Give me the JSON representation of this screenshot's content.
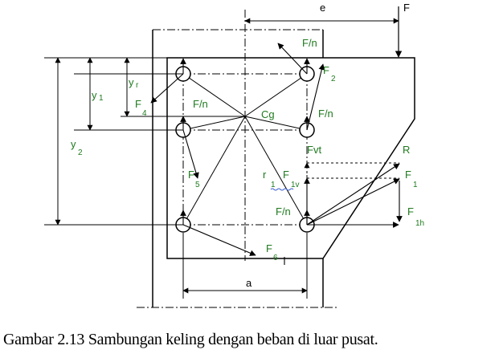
{
  "caption": "Gambar 2.13 Sambungan keling dengan beban di luar pusat.",
  "labels": {
    "e": "e",
    "F": "F",
    "Fn_top": "F/n",
    "F2": "F",
    "F2_sub": "2",
    "y1": "y",
    "y1_sub": "1",
    "yr": "y",
    "yr_sub": "r",
    "F4": "F",
    "F4_sub": "4",
    "Fn_left": "F/n",
    "Cg": "Cg",
    "Fn_right": "F/n",
    "y2": "y",
    "y2_sub": "2",
    "Fvt": "Fvt",
    "R": "R",
    "F5": "F",
    "F5_sub": "5",
    "r1": "r",
    "r1_sub": "1",
    "F1v": "F",
    "F1v_sub": "1v",
    "F1": "F",
    "F1_sub": "1",
    "Fn_bottom": "F/n",
    "F1h": "F",
    "F1h_sub": "1h",
    "F6": "F",
    "F6_sub": "6",
    "a": "a"
  }
}
